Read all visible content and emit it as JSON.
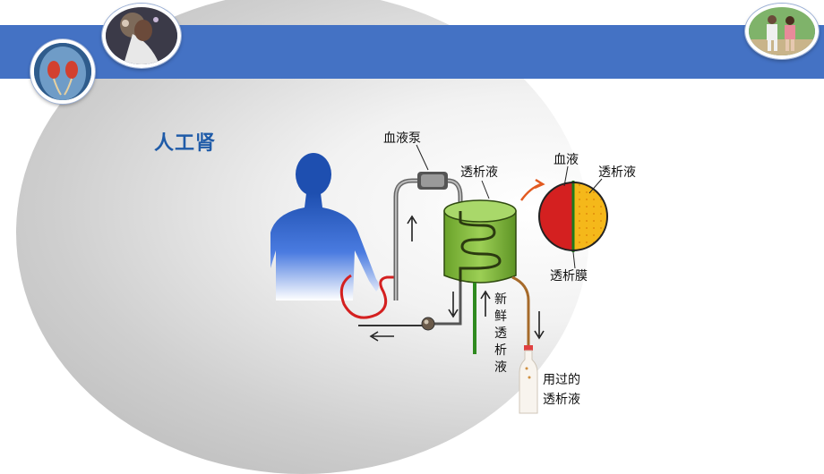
{
  "slide": {
    "title": "人工肾"
  },
  "labels": {
    "blood_pump": "血液泵",
    "dialysate_top": "透析液",
    "blood": "血液",
    "dialysate_right": "透析液",
    "membrane": "透析膜",
    "fresh_dialysate": "新鲜透析液",
    "used_dialysate_line1": "用过的",
    "used_dialysate_line2": "透析液"
  },
  "colors": {
    "header_bar": "#4472c4",
    "title": "#1f5ba8",
    "blood": "#d42020",
    "dialysate": "#f5b81a",
    "tank_green": "#8ac23f"
  }
}
